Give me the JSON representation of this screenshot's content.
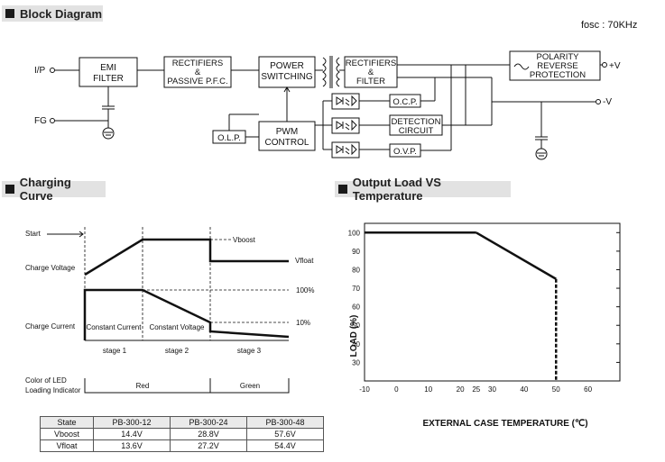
{
  "sections": {
    "block_diagram": "Block Diagram",
    "charging_curve": "Charging Curve",
    "output_load": "Output Load VS Temperature"
  },
  "fosc": "fosc : 70KHz",
  "block_diagram": {
    "ip": "I/P",
    "fg": "FG",
    "emi": [
      "EMI",
      "FILTER"
    ],
    "rect_pfc": [
      "RECTIFIERS",
      "&",
      "PASSIVE P.F.C."
    ],
    "power_sw": [
      "POWER",
      "SWITCHING"
    ],
    "rect_filter": [
      "RECTIFIERS",
      "&",
      "FILTER"
    ],
    "polarity": [
      "POLARITY",
      "REVERSE",
      "PROTECTION"
    ],
    "plus_v": "+V",
    "minus_v": "-V",
    "ocp": "O.C.P.",
    "detection": [
      "DETECTION",
      "CIRCUIT"
    ],
    "ovp": "O.V.P.",
    "olp": "O.L.P.",
    "pwm": [
      "PWM",
      "CONTROL"
    ]
  },
  "charging_curve": {
    "start": "Start",
    "charge_voltage": "Charge Voltage",
    "charge_current": "Charge Current",
    "constant_current": "Constant Current",
    "constant_voltage": "Constant Voltage",
    "vboost": "Vboost",
    "vfloat": "Vfloat",
    "pct100": "100%",
    "pct10": "10%",
    "stages": [
      "stage 1",
      "stage 2",
      "stage 3"
    ],
    "led_label": [
      "Color of LED",
      "Loading Indicator"
    ],
    "led_red": "Red",
    "led_green": "Green",
    "table": {
      "headers": [
        "State",
        "PB-300-12",
        "PB-300-24",
        "PB-300-48"
      ],
      "rows": [
        [
          "Vboost",
          "14.4V",
          "28.8V",
          "57.6V"
        ],
        [
          "Vfloat",
          "13.6V",
          "27.2V",
          "54.4V"
        ]
      ]
    }
  },
  "chart_data": {
    "type": "line",
    "title": "",
    "xlabel": "EXTERNAL CASE  TEMPERATURE (℃)",
    "ylabel": "LOAD (%)",
    "x_ticks": [
      "-10",
      "0",
      "10",
      "20",
      "25",
      "30",
      "40",
      "50",
      "60"
    ],
    "y_ticks": [
      "30",
      "40",
      "50",
      "60",
      "70",
      "80",
      "90",
      "100"
    ],
    "xlim": [
      -10,
      70
    ],
    "ylim": [
      20,
      105
    ],
    "grid": false,
    "series": [
      {
        "x": [
          -10,
          25,
          50,
          50
        ],
        "y": [
          100,
          100,
          75,
          20
        ],
        "dashed_segment": [
          2,
          3
        ]
      }
    ]
  }
}
